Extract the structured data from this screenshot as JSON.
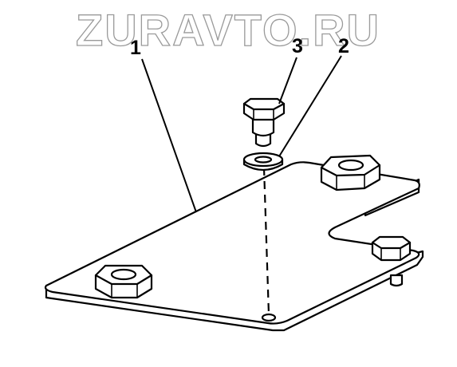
{
  "watermark": "ZURAVTO.RU",
  "callouts": {
    "label_1": "1",
    "label_2": "2",
    "label_3": "3"
  }
}
